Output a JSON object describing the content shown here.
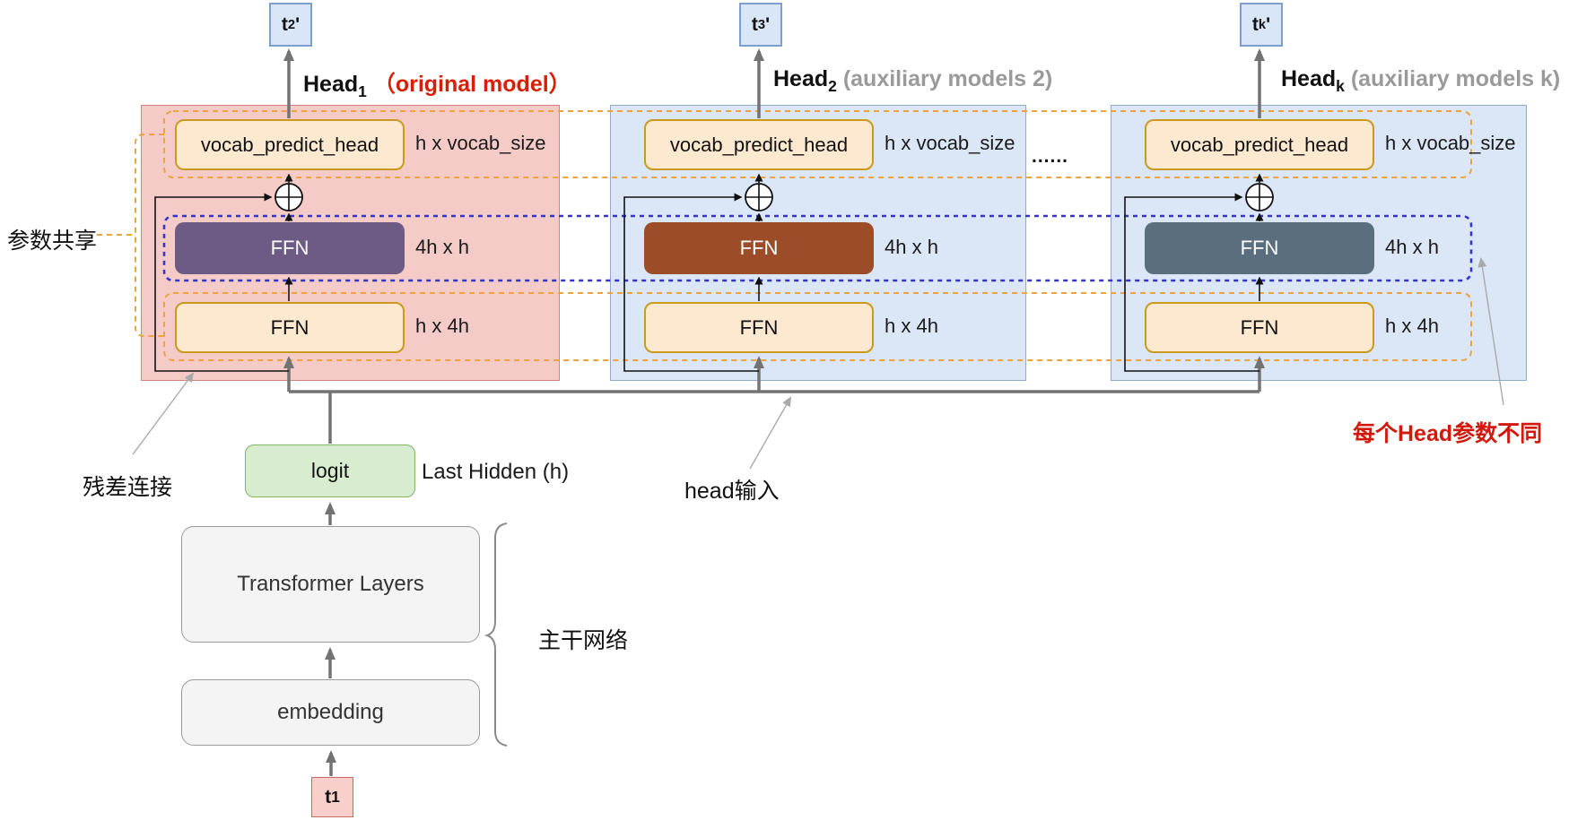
{
  "diagram_title": "multi-head prediction architecture",
  "outputs": [
    {
      "base": "t",
      "sub": "2",
      "prime": "'"
    },
    {
      "base": "t",
      "sub": "3",
      "prime": "'"
    },
    {
      "base": "t",
      "sub": "k",
      "prime": "'"
    }
  ],
  "heads": [
    {
      "name_base": "Head",
      "name_sub": "1",
      "note": "（original model）",
      "vocab_label": "vocab_predict_head",
      "vocab_dim": "h x vocab_size",
      "ffn_up_label": "FFN",
      "ffn_up_dim": "4h x h",
      "ffn_up_color": "#6d5b85",
      "ffn_down_label": "FFN",
      "ffn_down_dim": "h x 4h",
      "block_color": "#f4cbc7",
      "border_color": "#d3837d"
    },
    {
      "name_base": "Head",
      "name_sub": "2",
      "note": "(auxiliary models 2)",
      "vocab_label": "vocab_predict_head",
      "vocab_dim": "h x vocab_size",
      "ffn_up_label": "FFN",
      "ffn_up_dim": "4h x h",
      "ffn_up_color": "#9c4c26",
      "ffn_down_label": "FFN",
      "ffn_down_dim": "h x 4h",
      "block_color": "#dbe7f7",
      "border_color": "#91abce"
    },
    {
      "name_base": "Head",
      "name_sub": "k",
      "note": "(auxiliary models k)",
      "vocab_label": "vocab_predict_head",
      "vocab_dim": "h x vocab_size",
      "ffn_up_label": "FFN",
      "ffn_up_dim": "4h x h",
      "ffn_up_color": "#5b6e7e",
      "ffn_down_label": "FFN",
      "ffn_down_dim": "h x 4h",
      "block_color": "#dbe7f7",
      "border_color": "#91abce"
    }
  ],
  "ellipsis": "......",
  "backbone": {
    "logit_label": "logit",
    "last_hidden_label": "Last Hidden (h)",
    "transformer_label": "Transformer Layers",
    "embedding_label": "embedding",
    "input_base": "t",
    "input_sub": "1",
    "brace_label": "主干网络"
  },
  "annotations": {
    "param_share": "参数共享",
    "residual": "残差连接",
    "head_input": "head输入",
    "diff_params": "每个Head参数不同"
  },
  "colors": {
    "head1_bg": "#f4cbc7",
    "head1_border": "#d3837d",
    "aux_bg": "#dbe7f7",
    "aux_border": "#91abce",
    "gold_fill": "#fce9cf",
    "gold_stroke": "#c99a1d",
    "ffn_head1": "#6d5b85",
    "ffn_head2": "#9c4c26",
    "ffn_headk": "#5b6e7e",
    "logit_fill": "#d8ecd0",
    "logit_stroke": "#7fb469",
    "output_fill": "#d8e6f8",
    "output_stroke": "#7d9fd0",
    "t1_fill": "#f9cfcb",
    "t1_stroke": "#c96a60",
    "orange_dashed": "#f0a23e",
    "blue_dashed": "#3434d4",
    "red_text": "#d81e06",
    "gray_text": "#9a9a9a",
    "wire_gray": "#737373"
  }
}
